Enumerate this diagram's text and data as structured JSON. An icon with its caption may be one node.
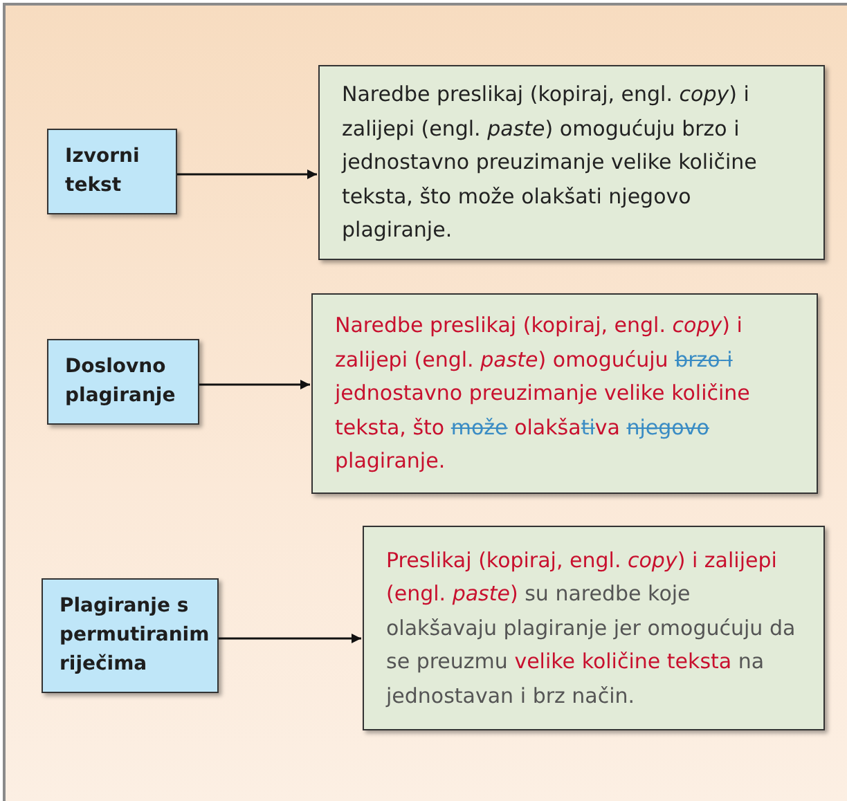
{
  "diagram": {
    "nodes": [
      {
        "text": [
          "Izvorni tekst"
        ]
      },
      {
        "text": [
          "Naredbe preslikaj (kopiraj, engl. *copy*) i zalijepi (engl. *paste*) omogućuju brzo i jednostavno preuzimanje velike količine teksta, što može olakšati njegovo plagiranje."
        ]
      },
      {
        "text": [
          "Doslovno plagiranje"
        ]
      },
      {
        "text": [
          "Naredbe preslikaj (kopiraj, engl. *copy*) i zalijepi (engl. *paste*) omogućuju brzo i jednostavno preuzimanje velike količine teksta, što može olakšativa njegovo plagiranje."
        ]
      },
      {
        "text": [
          "Plagiranje s permutiranim riječima"
        ]
      },
      {
        "text": [
          "Preslikaj (kopiraj, engl. *copy*) i zalijepi (engl. *paste*) su naredbe koje olakšavaju plagiranje jer omogućuju da se preuzmu velike količine teksta na jednostavan i brz način."
        ]
      }
    ],
    "edges": [
      {
        "from": 0,
        "to": 1,
        "arrow": "to"
      },
      {
        "from": 2,
        "to": 3,
        "arrow": "to"
      },
      {
        "from": 4,
        "to": 5,
        "arrow": "to"
      }
    ]
  }
}
